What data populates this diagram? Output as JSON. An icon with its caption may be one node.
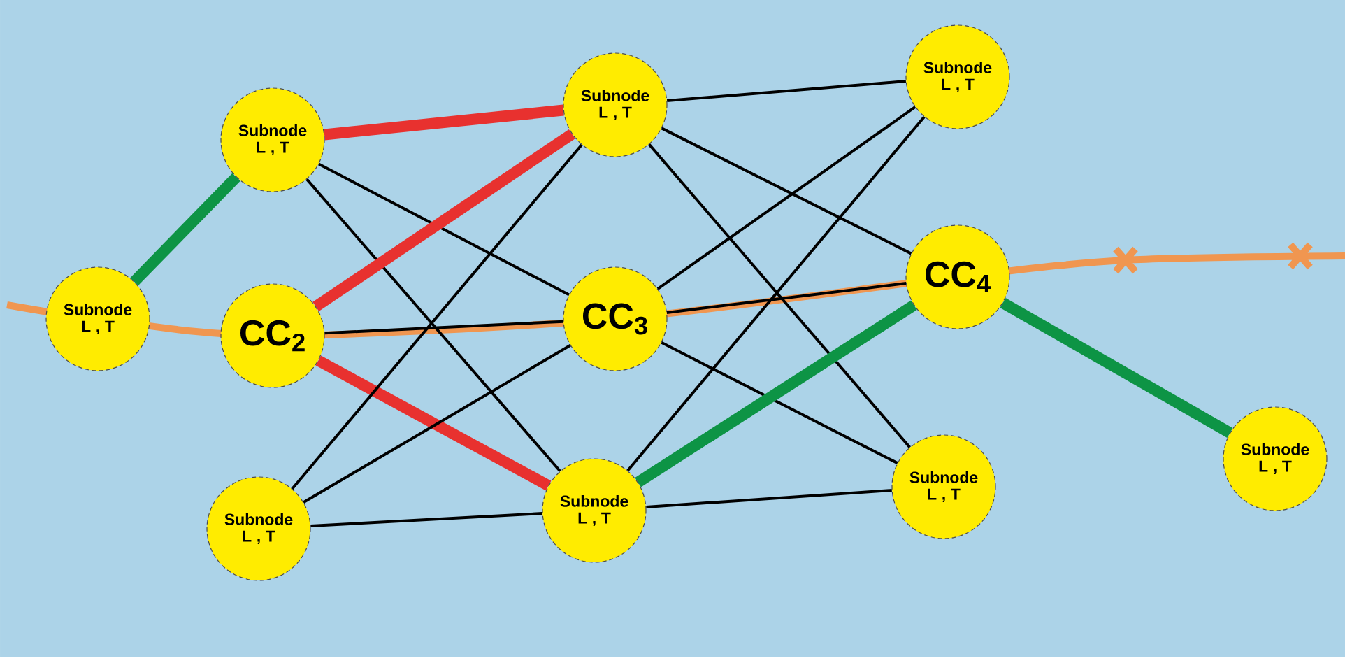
{
  "diagram": {
    "nodes": [
      {
        "text": [
          "Subnode L , T"
        ]
      },
      {
        "text": [
          "Subnode L , T"
        ]
      },
      {
        "text": [
          "CC$_{2}$"
        ]
      },
      {
        "text": [
          "Subnode L , T"
        ]
      },
      {
        "text": [
          "Subnode L , T"
        ]
      },
      {
        "text": [
          "CC$_{3}$"
        ]
      },
      {
        "text": [
          "Subnode L , T"
        ]
      },
      {
        "text": [
          "Subnode L , T"
        ]
      },
      {
        "text": [
          "CC$_{4}$"
        ]
      },
      {
        "text": [
          "Subnode L , T"
        ]
      },
      {
        "text": [
          "Subnode L , T"
        ]
      }
    ],
    "edges": [
      {
        "from": 0,
        "to": 1,
        "arrow": "none",
        "style": "thick",
        "color": "#0d9445"
      },
      {
        "from": 1,
        "to": 4,
        "arrow": "none",
        "style": "thick",
        "color": "#e8312f"
      },
      {
        "from": 1,
        "to": 5,
        "arrow": "none"
      },
      {
        "from": 1,
        "to": 6,
        "arrow": "none"
      },
      {
        "from": 2,
        "to": 4,
        "arrow": "none",
        "style": "thick",
        "color": "#e8312f"
      },
      {
        "from": 2,
        "to": 5,
        "arrow": "none"
      },
      {
        "from": 2,
        "to": 6,
        "arrow": "none",
        "style": "thick",
        "color": "#e8312f"
      },
      {
        "from": 3,
        "to": 4,
        "arrow": "none"
      },
      {
        "from": 3,
        "to": 5,
        "arrow": "none"
      },
      {
        "from": 3,
        "to": 6,
        "arrow": "none"
      },
      {
        "from": 4,
        "to": 7,
        "arrow": "none"
      },
      {
        "from": 4,
        "to": 8,
        "arrow": "none"
      },
      {
        "from": 4,
        "to": 9,
        "arrow": "none"
      },
      {
        "from": 5,
        "to": 7,
        "arrow": "none"
      },
      {
        "from": 5,
        "to": 8,
        "arrow": "none"
      },
      {
        "from": 5,
        "to": 9,
        "arrow": "none"
      },
      {
        "from": 6,
        "to": 7,
        "arrow": "none"
      },
      {
        "from": 6,
        "to": 8,
        "arrow": "none",
        "style": "thick",
        "color": "#0d9445"
      },
      {
        "from": 6,
        "to": 9,
        "arrow": "none"
      },
      {
        "from": 8,
        "to": 10,
        "arrow": "none",
        "style": "thick",
        "color": "#0d9445"
      }
    ]
  }
}
